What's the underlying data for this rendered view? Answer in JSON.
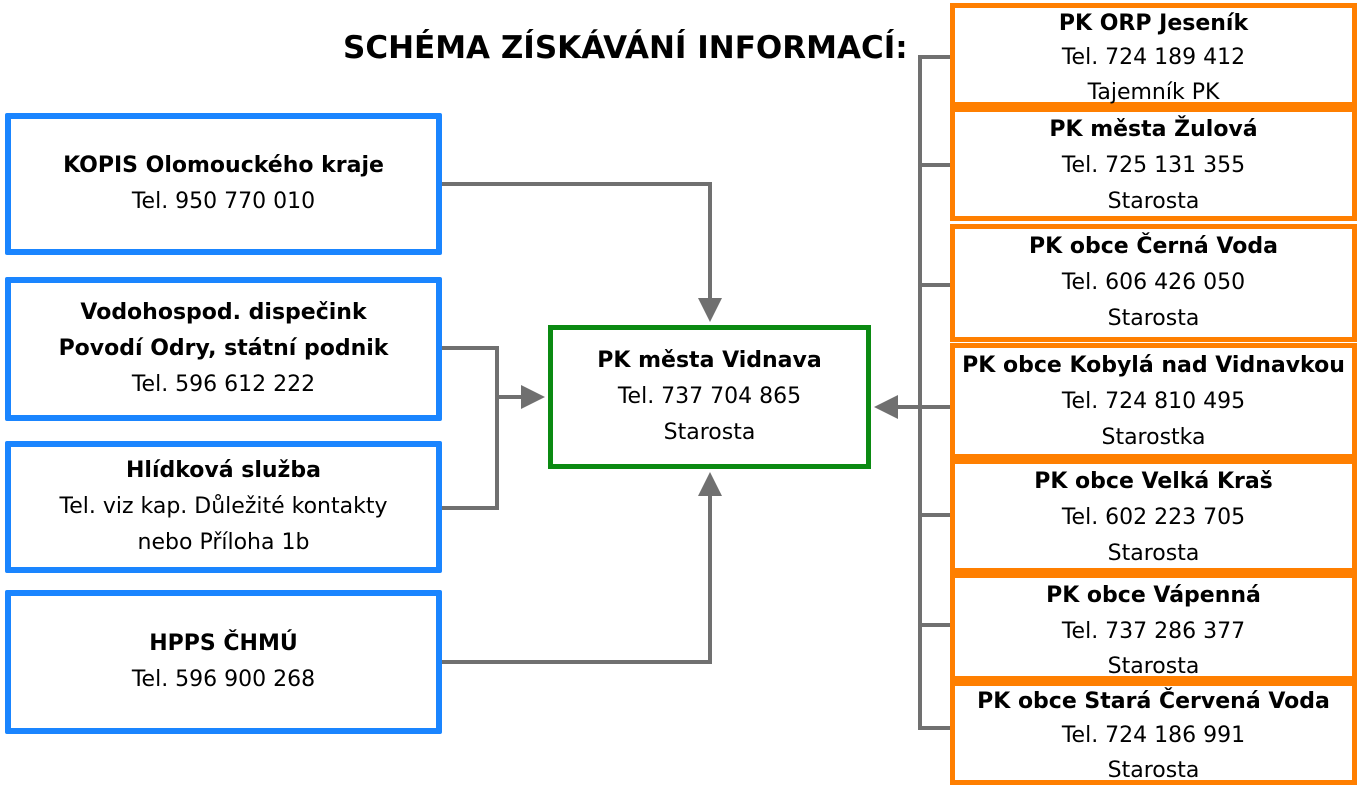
{
  "title": "SCHÉMA ZÍSKÁVÁNÍ INFORMACÍ:",
  "sources": [
    {
      "name": "KOPIS Olomouckého kraje",
      "lines": [
        "Tel. 950 770 010"
      ]
    },
    {
      "name": "Vodohospod. dispečink",
      "name2": "Povodí Odry, státní podnik",
      "lines": [
        "Tel. 596 612 222"
      ]
    },
    {
      "name": "Hlídková služba",
      "lines": [
        "Tel. viz kap. Důležité kontakty",
        "nebo Příloha 1b"
      ]
    },
    {
      "name": "HPPS ČHMÚ",
      "lines": [
        "Tel. 596 900 268"
      ]
    }
  ],
  "center": {
    "name": "PK města Vidnava",
    "tel": "Tel. 737 704 865",
    "role": "Starosta"
  },
  "contacts": [
    {
      "name": "PK ORP Jeseník",
      "tel": "Tel. 724 189 412",
      "role": "Tajemník PK"
    },
    {
      "name": "PK města Žulová",
      "tel": "Tel. 725 131 355",
      "role": "Starosta"
    },
    {
      "name": "PK obce Černá Voda",
      "tel": "Tel. 606 426 050",
      "role": "Starosta"
    },
    {
      "name": "PK obce Kobylá nad Vidnavkou",
      "tel": "Tel. 724 810 495",
      "role": "Starostka"
    },
    {
      "name": "PK obce Velká Kraš",
      "tel": "Tel. 602 223 705",
      "role": "Starosta"
    },
    {
      "name": "PK obce Vápenná",
      "tel": "Tel. 737 286 377",
      "role": "Starosta"
    },
    {
      "name": "PK obce Stará Červená Voda",
      "tel": "Tel. 724 186 991",
      "role": "Starosta"
    }
  ],
  "colors": {
    "source": "#1a85ff",
    "center": "#0b8a12",
    "contact": "#ff7f00",
    "connector": "#707070"
  }
}
